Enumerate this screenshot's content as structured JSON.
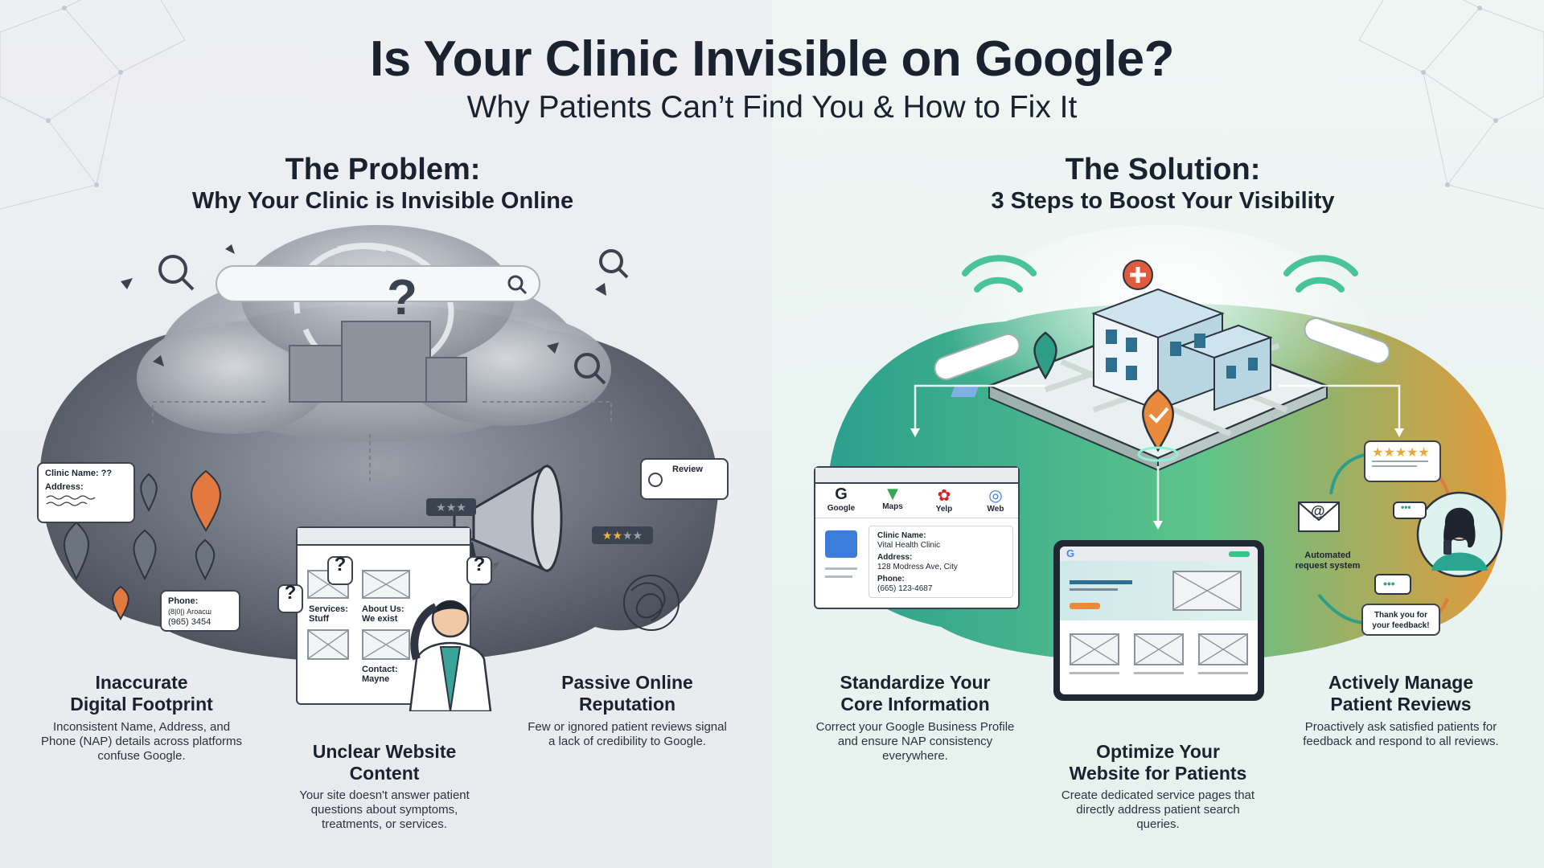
{
  "header": {
    "title": "Is Your Clinic Invisible on Google?",
    "subtitle": "Why Patients Can’t Find You & How to Fix It"
  },
  "problem": {
    "title": "The Problem:",
    "subtitle": "Why Your Clinic is Invisible Online",
    "illustration": {
      "nap_bubble": {
        "name_label": "Clinic Name: ??",
        "address_label": "Address:"
      },
      "phone_bubble": {
        "label": "Phone:",
        "garbled": "(8|0|) Агоасш",
        "number": "(965) 3454"
      },
      "website": {
        "services": "Services:\nStuff",
        "about": "About Us:\nWe exist",
        "contact": "Contact:\nMayne",
        "question_marks": [
          "?",
          "?",
          "?"
        ]
      },
      "review_bubble": {
        "label": "Review"
      },
      "question_mark": "?"
    },
    "cards": [
      {
        "title": "Inaccurate\nDigital Footprint",
        "desc": "Inconsistent Name, Address, and Phone (NAP) details across platforms confuse Google."
      },
      {
        "title": "Unclear Website\nContent",
        "desc": "Your site doesn't answer patient questions about symptoms, treatments, or services."
      },
      {
        "title": "Passive Online\nReputation",
        "desc": "Few or ignored patient reviews signal a lack of credibility to Google."
      }
    ]
  },
  "solution": {
    "title": "The Solution:",
    "subtitle": "3 Steps to Boost Your Visibility",
    "illustration": {
      "platforms": [
        {
          "name": "Google",
          "icon": "google-icon",
          "color": "#4285f4",
          "glyph": "G"
        },
        {
          "name": "Maps",
          "icon": "maps-pin-icon",
          "color": "#34a853",
          "glyph": "▼"
        },
        {
          "name": "Yelp",
          "icon": "yelp-icon",
          "color": "#d32323",
          "glyph": "✿"
        },
        {
          "name": "Web",
          "icon": "globe-icon",
          "color": "#3b7dd8",
          "glyph": "◎"
        }
      ],
      "business_profile": {
        "name_label": "Clinic Name:",
        "name_value": "Vital Health Clinic",
        "address_label": "Address:",
        "address_value": "128 Modress Ave, City",
        "phone_label": "Phone:",
        "phone_value": "(665) 123-4687"
      },
      "website_logo": "G",
      "review_stars": "★★★★★",
      "automated_label": "Automated\nrequest system",
      "thanks_bubble": "Thank you for\nyour feedback!",
      "chat_dots": "•••",
      "email_glyph": "@"
    },
    "cards": [
      {
        "title": "Standardize Your\nCore Information",
        "desc": "Correct your Google Business Profile and ensure NAP consistency everywhere."
      },
      {
        "title": "Optimize Your\nWebsite for Patients",
        "desc": "Create dedicated service pages that directly address patient search queries."
      },
      {
        "title": "Actively Manage\nPatient Reviews",
        "desc": "Proactively ask satisfied patients for feedback and respond to all reviews."
      }
    ]
  },
  "colors": {
    "problem_dark": "#4b505c",
    "problem_mid": "#7a808a",
    "solution_teal": "#2aa58f",
    "solution_green": "#5cc48b",
    "solution_orange": "#e39a3a",
    "pin_orange": "#e27a3f",
    "title_ink": "#1a2230"
  }
}
